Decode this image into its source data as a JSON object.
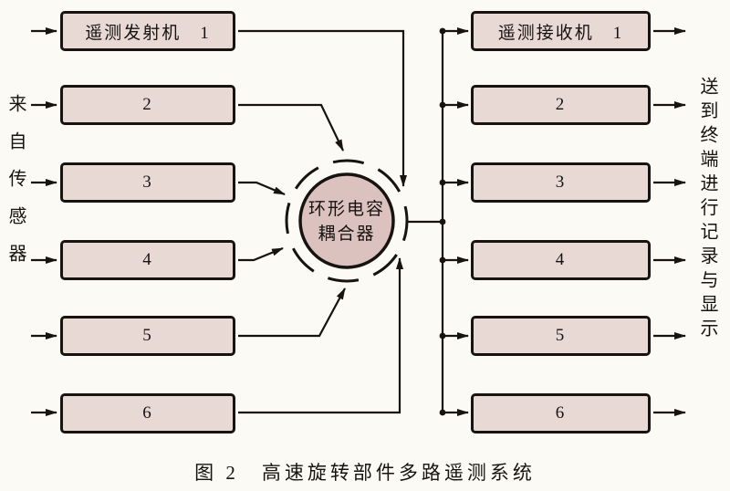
{
  "figure": {
    "caption": "图 2　高速旋转部件多路遥测系统",
    "left_source_label": "来自传感器",
    "right_destination_label": "送到终端进行记录与显示"
  },
  "coupler": {
    "label_line1": "环形电容",
    "label_line2": "耦合器"
  },
  "transmitter_labels": [
    "遥测发射机　1",
    "2",
    "3",
    "4",
    "5",
    "6"
  ],
  "receiver_labels": [
    "遥测接收机　1",
    "2",
    "3",
    "4",
    "5",
    "6"
  ],
  "colors": {
    "background": "#fcfaf4",
    "box_fill": "#e8d9d5",
    "coupler_fill": "#dcc2be",
    "line_color": "#161310"
  }
}
